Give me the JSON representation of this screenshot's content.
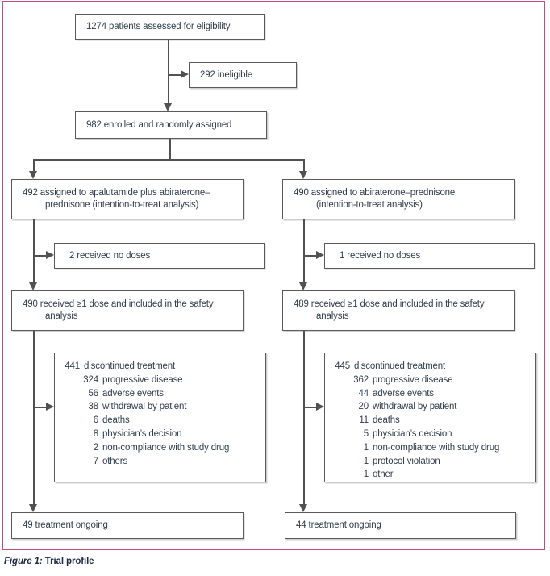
{
  "caption": {
    "label": "Figure 1:",
    "text": "Trial profile"
  },
  "colors": {
    "frame_border": "#cb4b72",
    "connector_line": "#505153",
    "box_border": "#595a5c",
    "text": "#2f3d4c"
  },
  "flow": {
    "eligibility": "1274 patients assessed for eligibility",
    "ineligible": "292 ineligible",
    "enrolled": "982 enrolled and randomly assigned",
    "left_arm": {
      "assigned_line1": "492 assigned to apalutamide plus abiraterone–",
      "assigned_line2": "prednisone (intention-to-treat analysis)",
      "no_dose": "2 received no doses",
      "safety_line1": "490 received ≥1 dose and included in the safety",
      "safety_line2": "analysis",
      "discontinued": [
        {
          "n": "441",
          "label": "discontinued treatment"
        },
        {
          "n": "324",
          "label": "progressive disease"
        },
        {
          "n": "56",
          "label": "adverse events"
        },
        {
          "n": "38",
          "label": "withdrawal by patient"
        },
        {
          "n": "6",
          "label": "deaths"
        },
        {
          "n": "8",
          "label": "physician’s decision"
        },
        {
          "n": "2",
          "label": "non-compliance with study drug"
        },
        {
          "n": "7",
          "label": "others"
        }
      ],
      "ongoing": "49 treatment ongoing"
    },
    "right_arm": {
      "assigned_line1": "490 assigned to abiraterone–prednisone",
      "assigned_line2": "(intention-to-treat analysis)",
      "no_dose": "1 received no doses",
      "safety_line1": "489 received ≥1 dose and included in the safety",
      "safety_line2": "analysis",
      "discontinued": [
        {
          "n": "445",
          "label": "discontinued treatment"
        },
        {
          "n": "362",
          "label": "progressive disease"
        },
        {
          "n": "44",
          "label": "adverse events"
        },
        {
          "n": "20",
          "label": "withdrawal by patient"
        },
        {
          "n": "11",
          "label": "deaths"
        },
        {
          "n": "5",
          "label": "physician’s decision"
        },
        {
          "n": "1",
          "label": "non-compliance with study drug"
        },
        {
          "n": "1",
          "label": "protocol violation"
        },
        {
          "n": "1",
          "label": "other"
        }
      ],
      "ongoing": "44 treatment ongoing"
    }
  }
}
